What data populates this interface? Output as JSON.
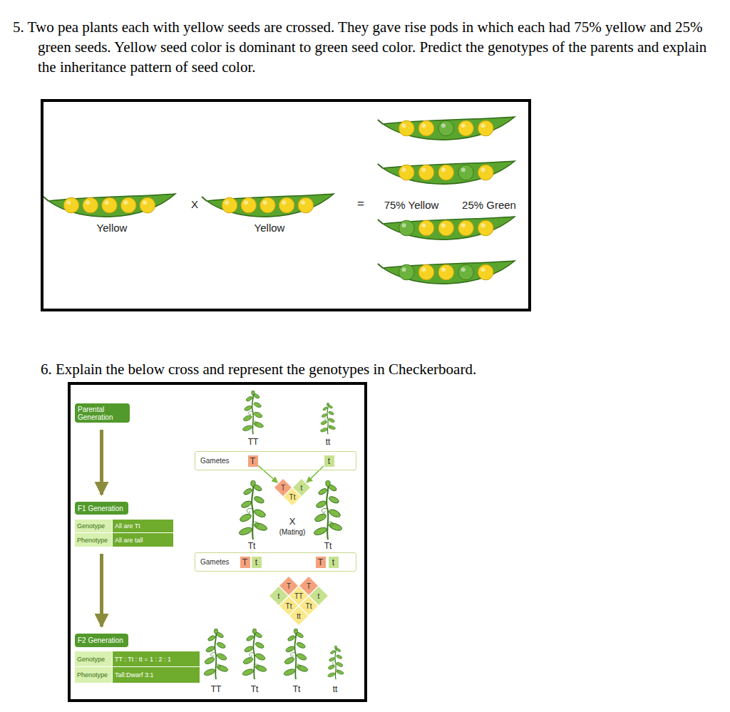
{
  "diagram": {
    "nodes": [
      {
        "text": [
          "Yellow",
          "X",
          "Yellow",
          "=",
          "75% Yellow",
          "25% Green"
        ]
      },
      {
        "text": [
          "X",
          "(Mating)"
        ]
      },
      {
        "text": [
          "Parental Generation"
        ],
        "in": 1
      },
      {
        "text": [
          "Gametes"
        ],
        "in": 1
      },
      {
        "text": [
          "T"
        ],
        "in": 3
      },
      {
        "text": [
          "t"
        ],
        "in": 3
      },
      {
        "text": [
          "T"
        ],
        "in": 1
      },
      {
        "text": [
          "t"
        ],
        "in": 1
      },
      {
        "text": [
          "Tt"
        ],
        "in": 1
      },
      {
        "text": [
          "F1 Generation"
        ],
        "in": 1
      },
      {
        "text": [
          "Genotype",
          "All are Tt",
          "Phenotype",
          "All are tall"
        ],
        "in": 1
      },
      {
        "text": [
          "Gametes"
        ],
        "in": 1
      },
      {
        "text": [
          "T"
        ],
        "in": 11
      },
      {
        "text": [
          "t"
        ],
        "in": 11
      },
      {
        "text": [
          "T"
        ],
        "in": 11
      },
      {
        "text": [
          "t"
        ],
        "in": 11
      },
      {
        "text": [
          "T"
        ],
        "in": 1
      },
      {
        "text": [
          "T"
        ],
        "in": 1
      },
      {
        "text": [
          "t"
        ],
        "in": 1
      },
      {
        "text": [
          "TT"
        ],
        "in": 1
      },
      {
        "text": [
          "t"
        ],
        "in": 1
      },
      {
        "text": [
          "Tt"
        ],
        "in": 1
      },
      {
        "text": [
          "Tt"
        ],
        "in": 1
      },
      {
        "text": [
          "tt"
        ],
        "in": 1
      },
      {
        "text": [
          "F2 Generation"
        ],
        "in": 1
      },
      {
        "text": [
          "Genotype",
          "TT : Tt : tt = 1 : 2 : 1",
          "Phenotype",
          "Tall:Dwarf 3:1"
        ],
        "in": 1
      }
    ],
    "edges": [
      {
        "from": 2,
        "to": 9,
        "arrow": "to"
      },
      {
        "from": 10,
        "to": 24,
        "arrow": "to"
      },
      {
        "from": 4,
        "to": 6,
        "arrow": "to"
      },
      {
        "from": 5,
        "to": 7,
        "arrow": "to"
      }
    ],
    "labels": [
      "5. Two pea plants each with yellow seeds are crossed. They gave rise pods in which each had 75% yellow and 25% green seeds. Yellow seed color is dominant to green seed color. Predict the genotypes of the parents and explain the inheritance pattern of seed color.",
      "6. Explain the below cross and represent the genotypes in Checkerboard.",
      "TT",
      "tt",
      "Tt",
      "Tt",
      "TT",
      "Tt",
      "Tt",
      "tt"
    ]
  }
}
